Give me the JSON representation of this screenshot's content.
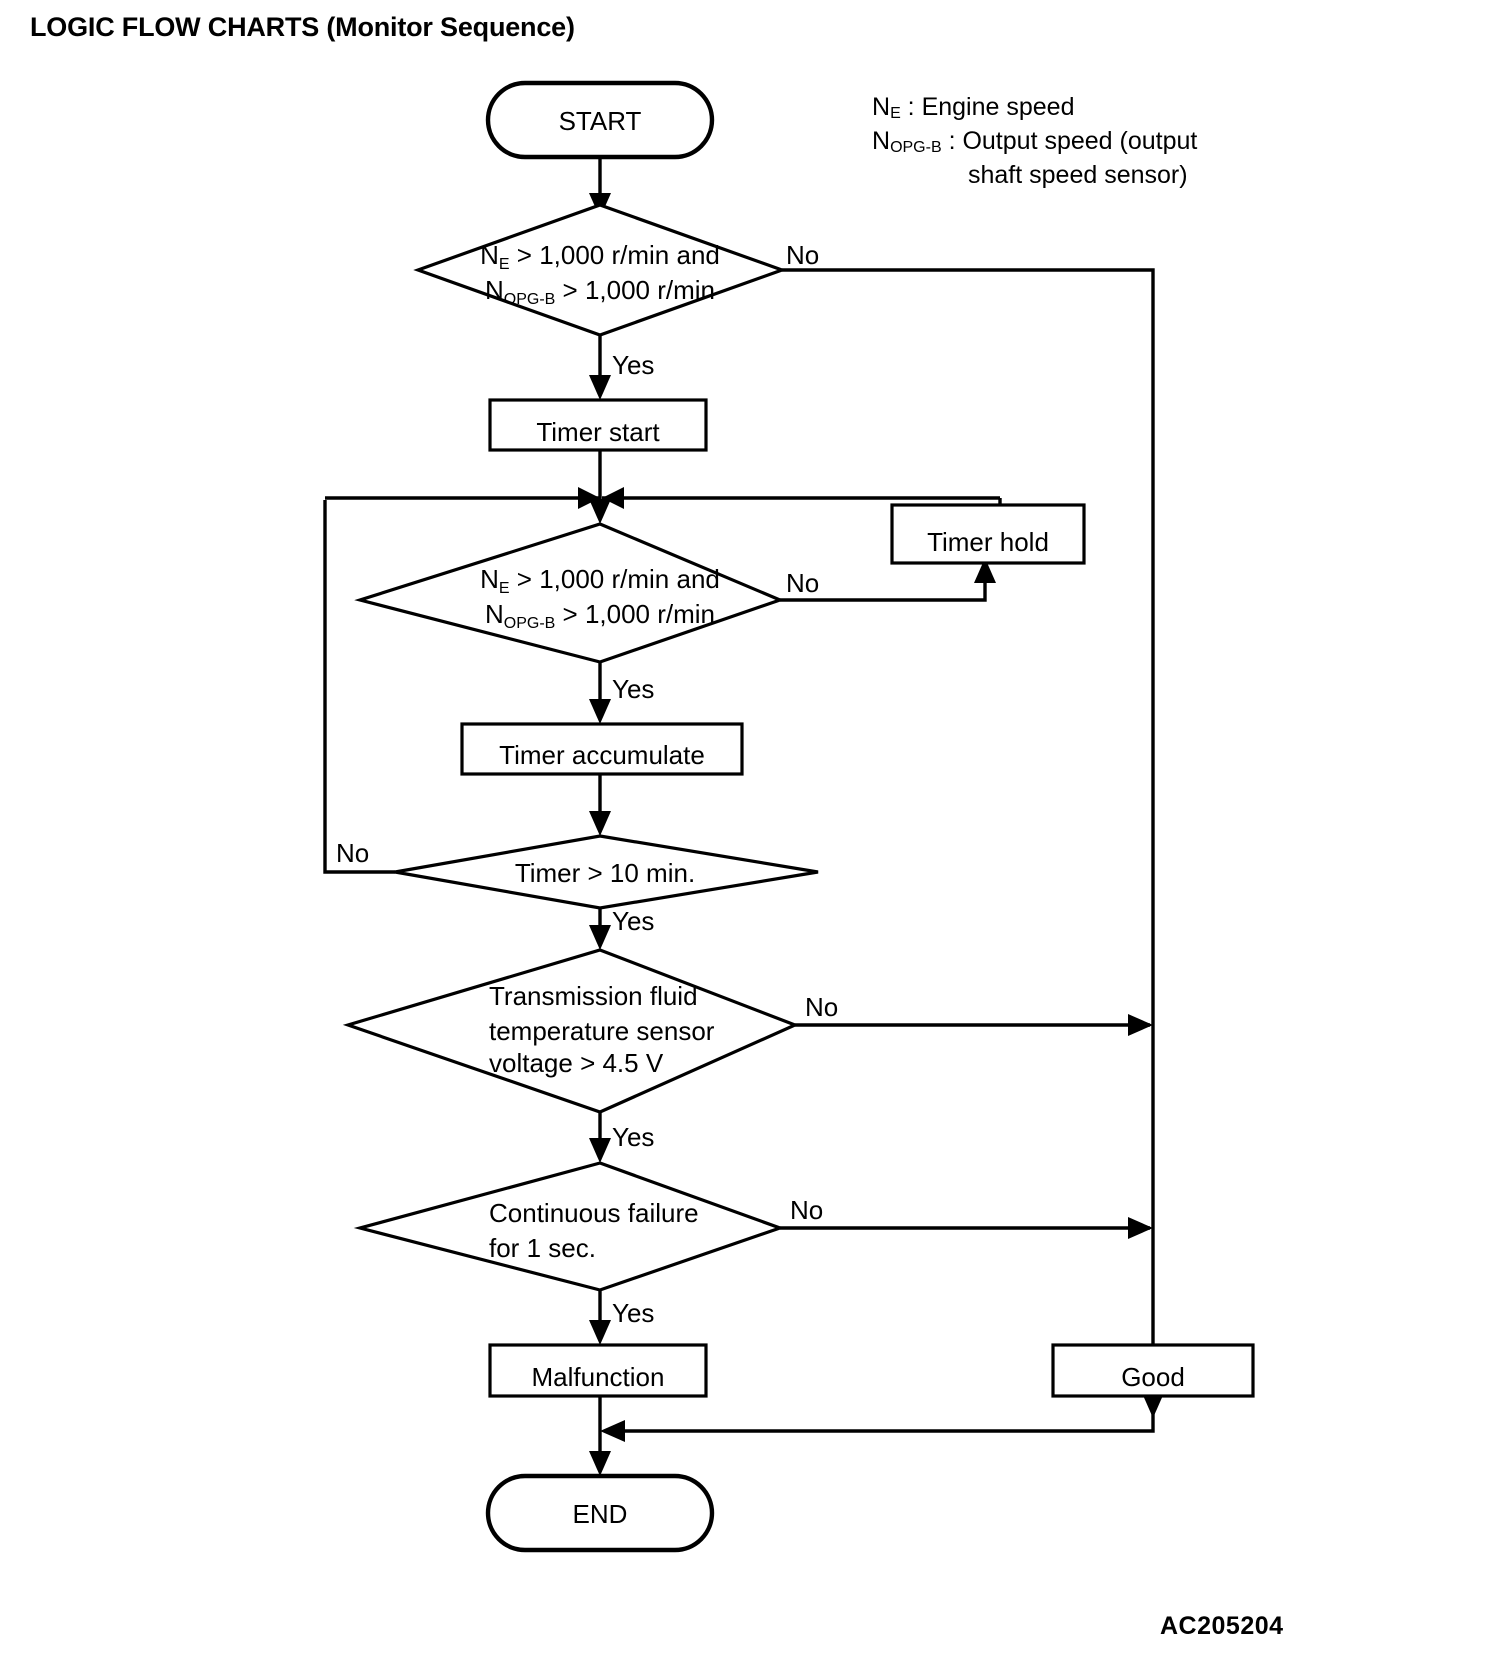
{
  "page": {
    "title": "LOGIC FLOW CHARTS (Monitor Sequence)",
    "figure_code": "AC205204"
  },
  "legend": {
    "line1_symbol": "N",
    "line1_sub": "E",
    "line1_text": " : Engine speed",
    "line2_symbol": "N",
    "line2_sub": "OPG-B",
    "line2_text": " : Output speed (output",
    "line3_text": "shaft speed sensor)"
  },
  "chart_data": {
    "type": "diagram",
    "title": "LOGIC FLOW CHARTS (Monitor Sequence)",
    "nodes": [
      {
        "id": "start",
        "shape": "terminator",
        "label": "START"
      },
      {
        "id": "cond1",
        "shape": "decision",
        "label_line1": "N",
        "label_line1_sub": "E",
        "label_line1_rest": " > 1,000 r/min and",
        "label_line2": "N",
        "label_line2_sub": "OPG-B",
        "label_line2_rest": " > 1,000 r/min"
      },
      {
        "id": "timer_start",
        "shape": "process",
        "label": "Timer start"
      },
      {
        "id": "cond2",
        "shape": "decision",
        "label_line1": "N",
        "label_line1_sub": "E",
        "label_line1_rest": " > 1,000 r/min and",
        "label_line2": "N",
        "label_line2_sub": "OPG-B",
        "label_line2_rest": " > 1,000 r/min"
      },
      {
        "id": "timer_hold",
        "shape": "process",
        "label": "Timer hold"
      },
      {
        "id": "timer_accumulate",
        "shape": "process",
        "label": "Timer accumulate"
      },
      {
        "id": "cond3",
        "shape": "decision",
        "label": "Timer > 10 min."
      },
      {
        "id": "cond4",
        "shape": "decision",
        "label_line1": "Transmission fluid",
        "label_line2": "temperature sensor",
        "label_line3": "voltage > 4.5 V"
      },
      {
        "id": "cond5",
        "shape": "decision",
        "label_line1": "Continuous failure",
        "label_line2": "for 1 sec."
      },
      {
        "id": "malfunction",
        "shape": "process",
        "label": "Malfunction"
      },
      {
        "id": "good",
        "shape": "process",
        "label": "Good"
      },
      {
        "id": "end",
        "shape": "terminator",
        "label": "END"
      }
    ],
    "edges": [
      {
        "from": "start",
        "to": "cond1",
        "label": ""
      },
      {
        "from": "cond1",
        "to": "good",
        "label": "No"
      },
      {
        "from": "cond1",
        "to": "timer_start",
        "label": "Yes"
      },
      {
        "from": "timer_start",
        "to": "cond2",
        "label": ""
      },
      {
        "from": "cond2",
        "to": "timer_hold",
        "label": "No"
      },
      {
        "from": "timer_hold",
        "to": "cond2",
        "label": ""
      },
      {
        "from": "cond2",
        "to": "timer_accumulate",
        "label": "Yes"
      },
      {
        "from": "timer_accumulate",
        "to": "cond3",
        "label": ""
      },
      {
        "from": "cond3",
        "to": "cond2",
        "label": "No"
      },
      {
        "from": "cond3",
        "to": "cond4",
        "label": "Yes"
      },
      {
        "from": "cond4",
        "to": "good",
        "label": "No"
      },
      {
        "from": "cond4",
        "to": "cond5",
        "label": "Yes"
      },
      {
        "from": "cond5",
        "to": "good",
        "label": "No"
      },
      {
        "from": "cond5",
        "to": "malfunction",
        "label": "Yes"
      },
      {
        "from": "malfunction",
        "to": "end",
        "label": ""
      },
      {
        "from": "good",
        "to": "end",
        "label": ""
      }
    ],
    "branch_labels": {
      "cond1_no": "No",
      "cond1_yes": "Yes",
      "cond2_no": "No",
      "cond2_yes": "Yes",
      "cond3_no": "No",
      "cond3_yes": "Yes",
      "cond4_no": "No",
      "cond4_yes": "Yes",
      "cond5_no": "No",
      "cond5_yes": "Yes"
    }
  },
  "colors": {
    "stroke": "#000000",
    "fill": "#ffffff",
    "text": "#000000"
  }
}
